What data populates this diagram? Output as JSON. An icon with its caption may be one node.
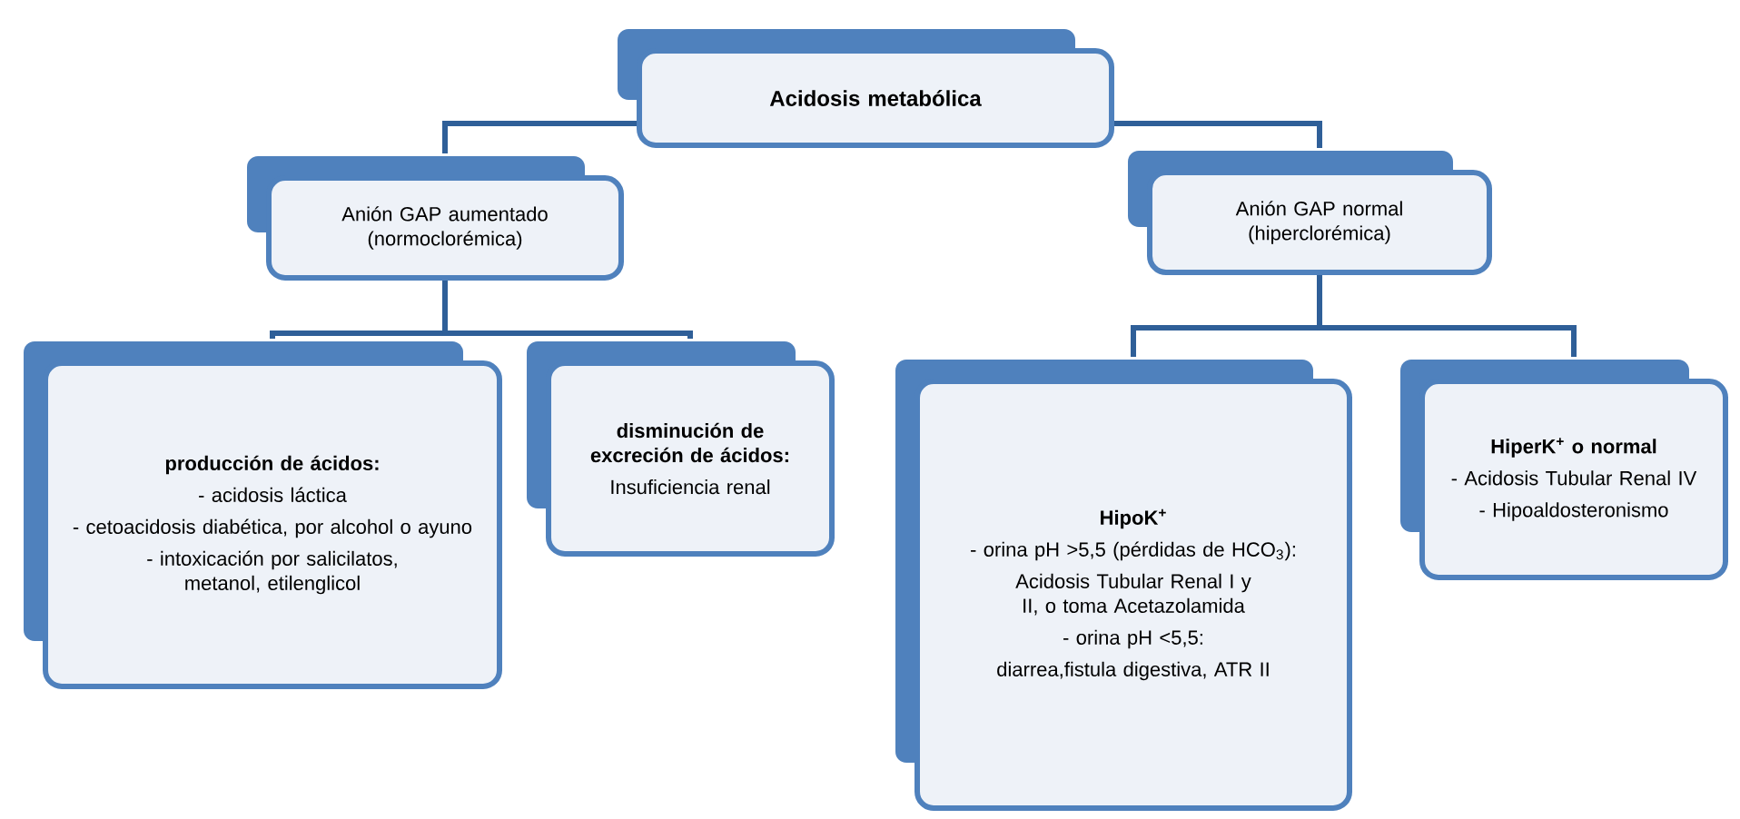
{
  "diagram": {
    "nodes": [
      {
        "text": [
          "Acidosis metabólica"
        ]
      },
      {
        "text": [
          "Anión GAP aumentado (normoclorémica)"
        ]
      },
      {
        "text": [
          "Anión GAP normal (hiperclorémica)"
        ]
      },
      {
        "text": [
          "producción de ácidos:",
          "- acidosis láctica",
          "- cetoacidosis diabética, por alcohol o ayuno",
          "- intoxicación por salicilatos, metanol, etilenglicol"
        ]
      },
      {
        "text": [
          "disminución de excreción de ácidos:",
          "Insuficiencia renal"
        ]
      },
      {
        "text": [
          "HipoK$^{+}$",
          "- orina pH >5,5 (pérdidas de HCO$_{3}$):",
          "Acidosis Tubular Renal I y II, o toma Acetazolamida",
          "- orina pH <5,5:",
          "diarrea,fistula digestiva, ATR II"
        ]
      },
      {
        "text": [
          "HiperK$^{+}$ o normal",
          "- Acidosis Tubular Renal IV",
          "- Hipoaldosteronismo"
        ]
      }
    ],
    "edges": [
      {
        "from": 0,
        "to": 1,
        "arrow": "none"
      },
      {
        "from": 0,
        "to": 2,
        "arrow": "none"
      },
      {
        "from": 1,
        "to": 3,
        "arrow": "none"
      },
      {
        "from": 1,
        "to": 4,
        "arrow": "none"
      },
      {
        "from": 2,
        "to": 5,
        "arrow": "none"
      },
      {
        "from": 2,
        "to": 6,
        "arrow": "none"
      }
    ]
  }
}
